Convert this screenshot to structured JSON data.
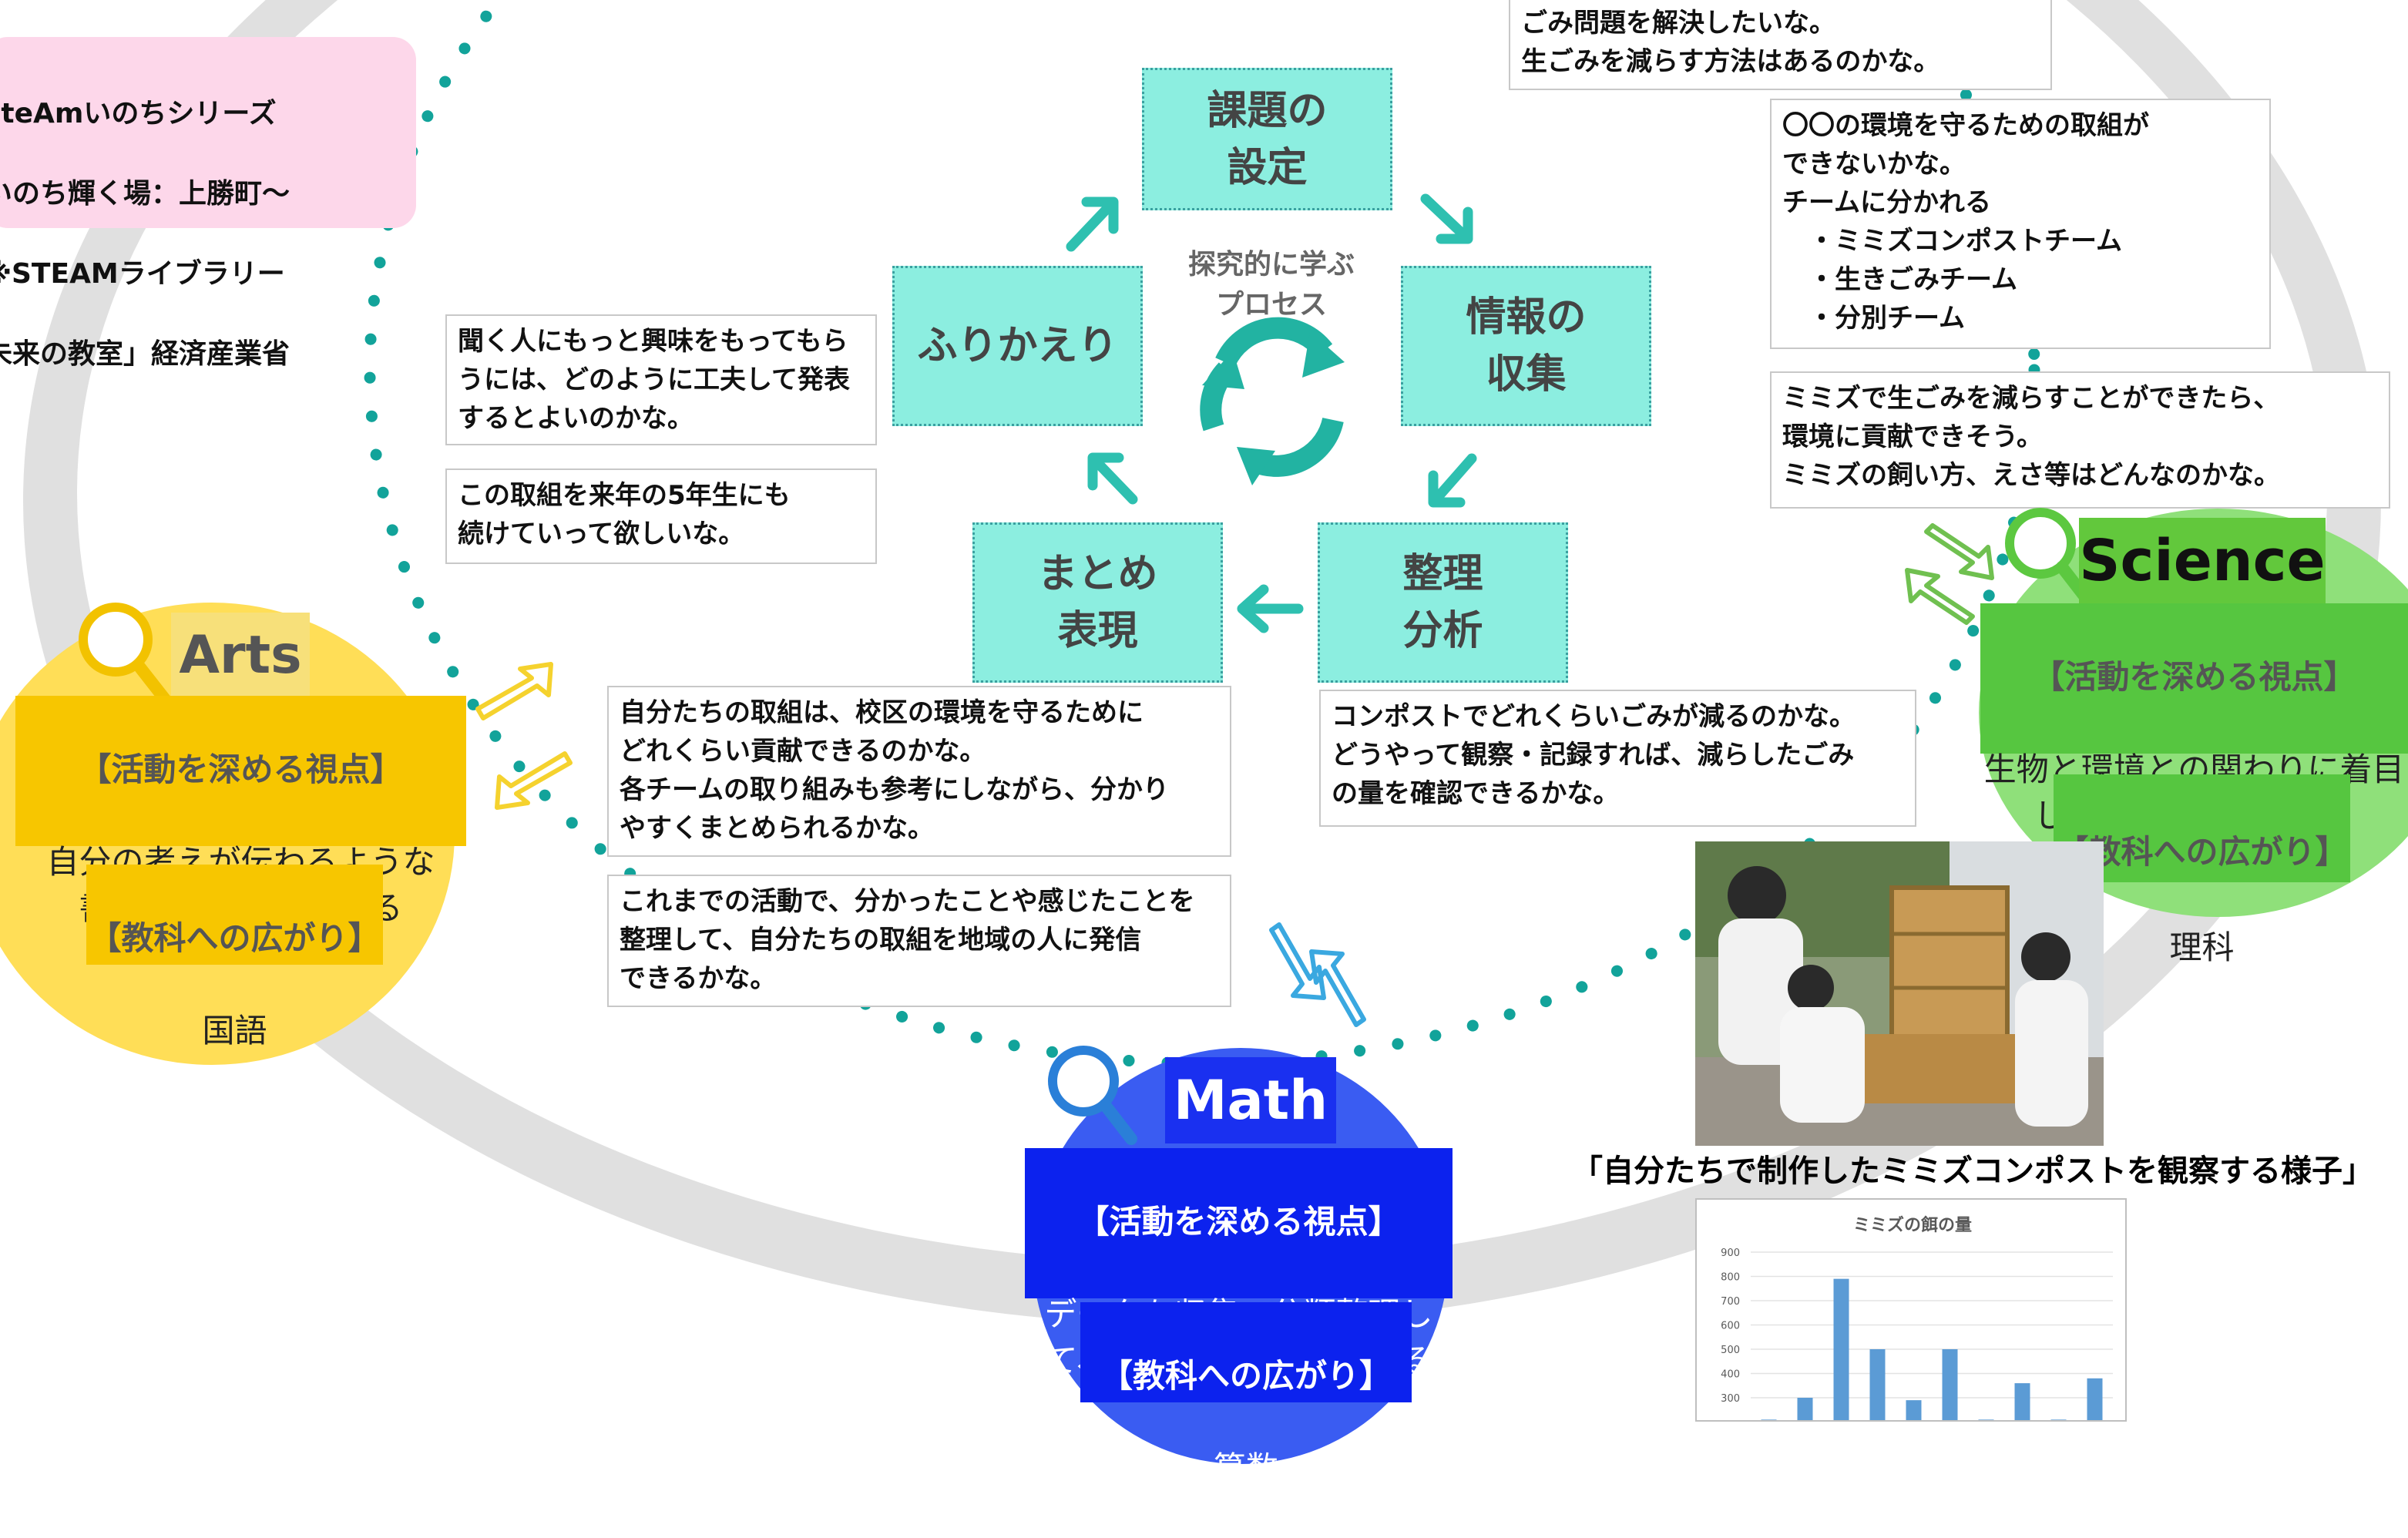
{
  "series_note": {
    "lines": [
      "steAmいのちシリーズ",
      "いのち輝く場：上勝町～",
      "※STEAMライブラリー",
      "未来の教室」経済産業省"
    ]
  },
  "process": {
    "center_label": "探究的に学ぶ\nプロセス",
    "steps": {
      "setting": "課題の\n設定",
      "collecting": "情報の\n収集",
      "analysis": "整理\n分析",
      "summary": "まとめ\n表現",
      "reflection": "ふりかえり"
    }
  },
  "notes": {
    "top_problem": "ごみ問題を解決したいな。\n生ごみを減らす方法はあるのかな。",
    "teams": "〇〇の環境を守るための取組が\nできないかな。\nチームに分かれる\n　・ミミズコンポストチーム\n　・生きごみチーム\n　・分別チーム",
    "worm": "ミミズで生ごみを減らすことができたら、\n環境に貢献できそう。\nミミズの飼い方、えさ等はどんなのかな。",
    "presentation": "聞く人にもっと興味をもってもら\nうには、どのように工夫して発表\nするとよいのかな。",
    "next_year": "この取組を来年の5年生にも\n続けていって欲しいな。",
    "contribution": "自分たちの取組は、校区の環境を守るために\nどれくらい貢献できるのかな。\n各チームの取り組みも参考にしながら、分かり\nやすくまとめられるかな。",
    "compost": "コンポストでどれくらいごみが減るのかな。\nどうやって観察・記録すれば、減らしたごみ\nの量を確認できるかな。",
    "organize": "これまでの活動で、分かったことや感じたことを\n整理して、自分たちの取組を地域の人に発信\nできるかな。"
  },
  "arts": {
    "title": "Arts",
    "viewpoint_heading": "【活動を深める視点】",
    "viewpoint": "自分の考えが伝わるような\n書き表し方を工夫する",
    "subject_heading": "【教科への広がり】",
    "subject": "国語",
    "color": "#ffd531"
  },
  "science": {
    "title": "Science",
    "viewpoint_heading": "【活動を深める視点】",
    "viewpoint": "生物と環境との関わりに着目\nして、多面的に調べる",
    "subject_heading": "【教科への広がり】",
    "subject": "理科",
    "color": "#55d04a"
  },
  "math": {
    "title": "Math",
    "viewpoint_heading": "【活動を深める視点】",
    "viewpoint": "データを収集、分類整理し\nて、結果を適切に表現する",
    "subject_heading": "【教科への広がり】",
    "subject": "算数",
    "color": "#1133ee"
  },
  "photo_caption": "「自分たちで制作したミミズコンポストを観察する様子」",
  "chart_data": {
    "type": "bar",
    "title": "ミミズの餌の量",
    "xlabel": "",
    "ylabel": "",
    "y_ticks": [
      "900",
      "800",
      "700",
      "600",
      "500",
      "400",
      "300"
    ],
    "ylim": [
      200,
      900
    ],
    "categories": [
      "",
      "",
      "",
      "",
      "",
      "",
      "",
      "",
      "",
      ""
    ],
    "values": [
      210,
      300,
      790,
      500,
      290,
      500,
      210,
      360,
      210,
      380
    ]
  }
}
